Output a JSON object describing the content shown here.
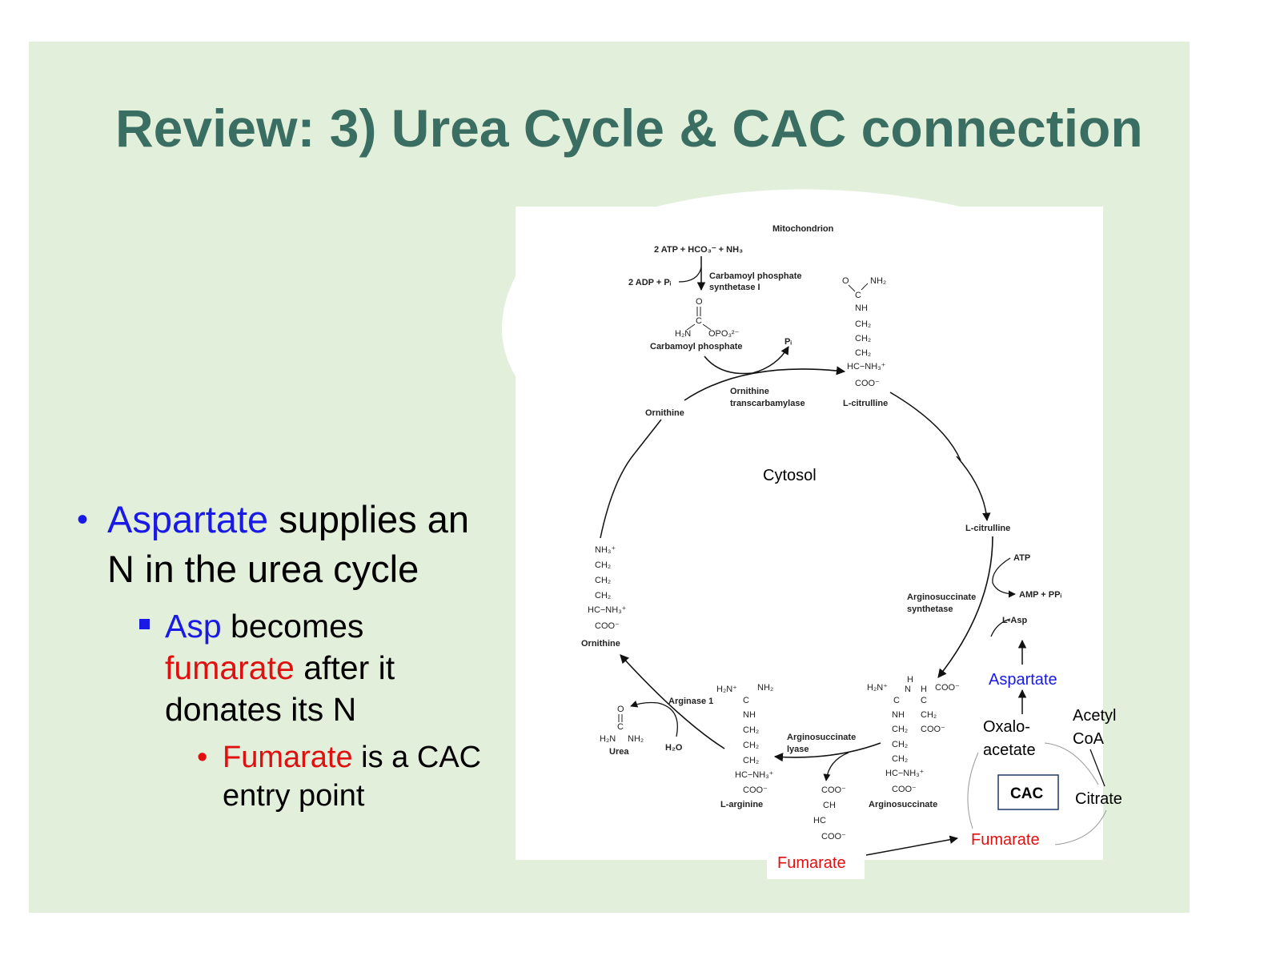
{
  "title": "Review:  3) Urea Cycle & CAC connection",
  "bullets": {
    "b1": {
      "part1": "Aspartate",
      "part2": " supplies an N in the urea cycle"
    },
    "b2": {
      "part1": "Asp",
      "part2": " becomes ",
      "part3": "fumarate",
      "part4": " after it donates its N"
    },
    "b3": {
      "part1": "Fumarate",
      "part2": " is a CAC entry point"
    }
  },
  "diagram": {
    "mitochondrion": "Mitochondrion",
    "reactants": "2 ATP + HCO₃⁻ + NH₃",
    "adp": "2 ADP + Pᵢ",
    "cps1": "Carbamoyl phosphate",
    "cps2": "synthetase I",
    "carbamoyl_phosphate": "Carbamoyl phosphate",
    "pi": "Pᵢ",
    "otc1": "Ornithine",
    "otc2": "transcarbamylase",
    "ornithine_top": "Ornithine",
    "citrulline_mito": "L-citrulline",
    "cytosol": "Cytosol",
    "citrulline_cyto": "L-citrulline",
    "atp": "ATP",
    "amp": "AMP + PPᵢ",
    "ass1": "Arginosuccinate",
    "ass2": "synthetase",
    "lasp": "L-Asp",
    "aspartate": "Aspartate",
    "oxalo1": "Oxalo-",
    "oxalo2": "acetate",
    "acetyl1": "Acetyl",
    "acetyl2": "CoA",
    "cac": "CAC",
    "citrate": "Citrate",
    "fumarate_cac": "Fumarate",
    "fumarate_label": "Fumarate",
    "arginosuccinate": "Arginosuccinate",
    "asl1": "Arginosuccinate",
    "asl2": "lyase",
    "larginine": "L-arginine",
    "arginase": "Arginase 1",
    "urea": "Urea",
    "h2o": "H₂O",
    "ornithine_bottom": "Ornithine"
  },
  "colors": {
    "slide_bg": "#e2efda",
    "title": "#3b6e63",
    "blue": "#1a1ae6",
    "red": "#e01010"
  }
}
